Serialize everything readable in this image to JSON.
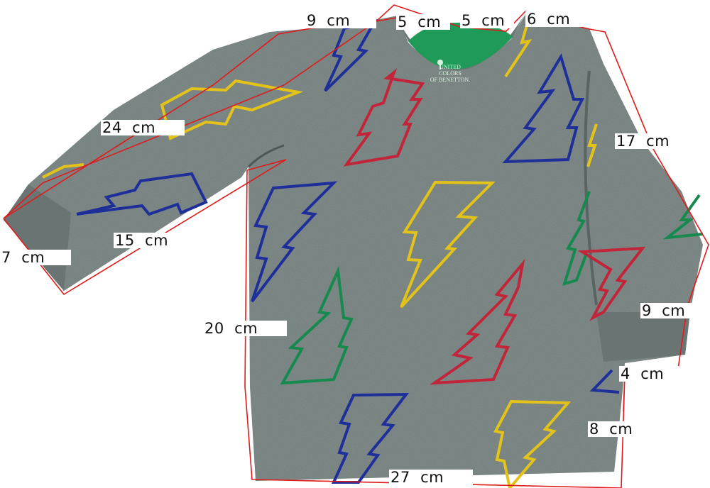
{
  "product": {
    "type": "long-sleeve kids sweater",
    "fabric_color": "#6f7a78",
    "print": "lightning bolt outlines",
    "print_colors": {
      "yellow": "#e3c21a",
      "blue": "#1f2f9a",
      "red": "#c2253a",
      "green": "#168a4e"
    },
    "neck_label": {
      "line1": "UNITED COLORS",
      "line2": "OF BENETTON.",
      "background": "#1f9a58"
    }
  },
  "measurements": {
    "outline_color": "#e01b1b",
    "labels": [
      {
        "id": "shoulder-left",
        "text": "9  cm"
      },
      {
        "id": "neck-left",
        "text": "5  cm"
      },
      {
        "id": "neck-right",
        "text": "5  cm"
      },
      {
        "id": "shoulder-right",
        "text": "6  cm"
      },
      {
        "id": "sleeve-left-top",
        "text": "24  cm"
      },
      {
        "id": "sleeve-left-inner",
        "text": "15  cm"
      },
      {
        "id": "cuff-left",
        "text": "7  cm"
      },
      {
        "id": "side-left",
        "text": "20  cm"
      },
      {
        "id": "sleeve-right-top",
        "text": "17  cm"
      },
      {
        "id": "sleeve-right-lower",
        "text": "9  cm"
      },
      {
        "id": "cuff-right",
        "text": "4  cm"
      },
      {
        "id": "side-right",
        "text": "8  cm"
      },
      {
        "id": "hem",
        "text": "27  cm"
      }
    ]
  }
}
